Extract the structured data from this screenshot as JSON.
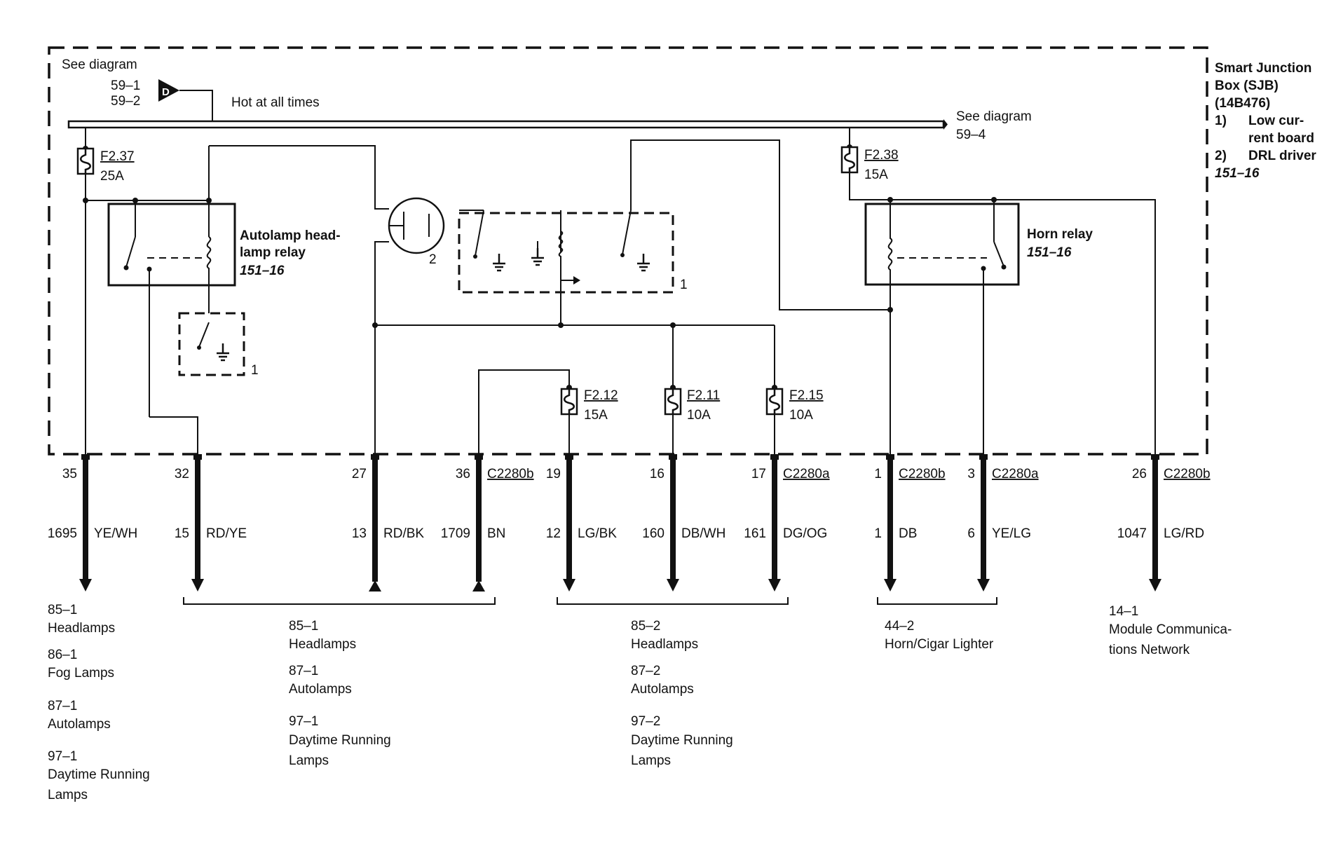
{
  "sjb": {
    "title_line1": "Smart Junction",
    "title_line2": "Box (SJB)",
    "title_line3": "(14B476)",
    "note1_num": "1)",
    "note1_line1": "Low cur-",
    "note1_line2": "rent board",
    "note2_num": "2)",
    "note2_text": "DRL driver",
    "ref": "151–16"
  },
  "top": {
    "see_diagram_left": "See diagram",
    "ref_59_1": "59–1",
    "ref_59_2": "59–2",
    "d_symbol": "D",
    "hot_label": "Hot at all times",
    "see_diagram_right": "See diagram",
    "ref_59_4": "59–4"
  },
  "fuses": {
    "f237_name": "F2.37",
    "f237_amp": "25A",
    "f238_name": "F2.38",
    "f238_amp": "15A",
    "f212_name": "F2.12",
    "f212_amp": "15A",
    "f211_name": "F2.11",
    "f211_amp": "10A",
    "f215_name": "F2.15",
    "f215_amp": "10A"
  },
  "relays": {
    "autolamp_line1": "Autolamp head-",
    "autolamp_line2": "lamp relay",
    "autolamp_ref": "151–16",
    "horn_line1": "Horn relay",
    "horn_ref": "151–16",
    "note_1": "1",
    "note_2": "2"
  },
  "pins": [
    {
      "pin": "35",
      "connector": "",
      "circuit": "1695",
      "color": "YE/WH"
    },
    {
      "pin": "32",
      "connector": "",
      "circuit": "15",
      "color": "RD/YE"
    },
    {
      "pin": "27",
      "connector": "",
      "circuit": "13",
      "color": "RD/BK"
    },
    {
      "pin": "36",
      "connector": "C2280b",
      "circuit": "1709",
      "color": "BN"
    },
    {
      "pin": "19",
      "connector": "",
      "circuit": "12",
      "color": "LG/BK"
    },
    {
      "pin": "16",
      "connector": "",
      "circuit": "160",
      "color": "DB/WH"
    },
    {
      "pin": "17",
      "connector": "C2280a",
      "circuit": "161",
      "color": "DG/OG"
    },
    {
      "pin": "1",
      "connector": "C2280b",
      "circuit": "1",
      "color": "DB"
    },
    {
      "pin": "3",
      "connector": "C2280a",
      "circuit": "6",
      "color": "YE/LG"
    },
    {
      "pin": "26",
      "connector": "C2280b",
      "circuit": "1047",
      "color": "LG/RD"
    }
  ],
  "destinations": {
    "g1": [
      {
        "ref": "85–1",
        "name": "Headlamps"
      },
      {
        "ref": "86–1",
        "name": "Fog Lamps"
      },
      {
        "ref": "87–1",
        "name": "Autolamps"
      },
      {
        "ref": "97–1",
        "name": "Daytime Running",
        "name2": "Lamps"
      }
    ],
    "g2": [
      {
        "ref": "85–1",
        "name": "Headlamps"
      },
      {
        "ref": "87–1",
        "name": "Autolamps"
      },
      {
        "ref": "97–1",
        "name": "Daytime Running",
        "name2": "Lamps"
      }
    ],
    "g3": [
      {
        "ref": "85–2",
        "name": "Headlamps"
      },
      {
        "ref": "87–2",
        "name": "Autolamps"
      },
      {
        "ref": "97–2",
        "name": "Daytime Running",
        "name2": "Lamps"
      }
    ],
    "g4": [
      {
        "ref": "44–2",
        "name": "Horn/Cigar Lighter"
      }
    ],
    "g5": [
      {
        "ref": "14–1",
        "name": "Module Communica-",
        "name2": "tions Network"
      }
    ]
  }
}
